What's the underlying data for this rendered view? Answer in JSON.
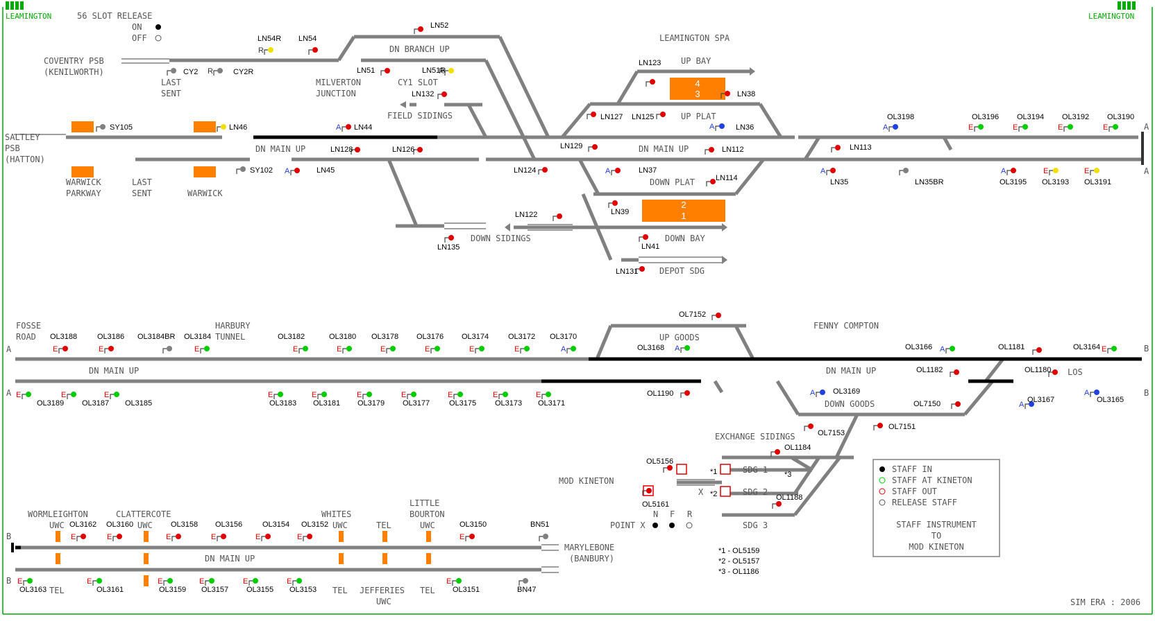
{
  "header": {
    "left_title": "LEAMINGTON",
    "right_title": "LEAMINGTON",
    "slot_release": "56 SLOT RELEASE",
    "on": "ON",
    "off": "OFF",
    "sim_era": "SIM ERA : 2006"
  },
  "places": {
    "coventry_psb": "COVENTRY PSB",
    "kenilworth": "(KENILWORTH)",
    "last_sent_top": "LAST",
    "last_sent_top2": "SENT",
    "milverton": "MILVERTON",
    "junction": "JUNCTION",
    "cy1_slot": "CY1 SLOT",
    "field_sidings": "FIELD SIDINGS",
    "dn_branch_up": "DN BRANCH UP",
    "leamington_spa": "LEAMINGTON SPA",
    "up_bay": "UP BAY",
    "up_plat": "UP PLAT",
    "dn_main_up_1": "DN MAIN UP",
    "dn_main_up_2": "DN MAIN UP",
    "down_plat": "DOWN PLAT",
    "down_sidings": "DOWN SIDINGS",
    "down_bay": "DOWN BAY",
    "depot_sdg": "DEPOT SDG",
    "saltley": "SALTLEY",
    "psb": "PSB",
    "hatton": "(HATTON)",
    "warwick_parkway_1": "WARWICK",
    "warwick_parkway_2": "PARKWAY",
    "last": "LAST",
    "sent": "SENT",
    "warwick": "WARWICK",
    "fosse": "FOSSE",
    "road": "ROAD",
    "harbury": "HARBURY",
    "tunnel": "TUNNEL",
    "dn_main_up_3": "DN MAIN UP",
    "up_goods": "UP GOODS",
    "fenny_compton": "FENNY COMPTON",
    "dn_main_up_4": "DN MAIN UP",
    "down_goods": "DOWN GOODS",
    "los": "LOS",
    "exchange_sidings": "EXCHANGE SIDINGS",
    "mod_kineton": "MOD KINETON",
    "sdg1": "SDG 1",
    "sdg2": "SDG 2",
    "sdg3": "SDG 3",
    "point_x": "POINT X",
    "n": "N",
    "f": "F",
    "r": "R",
    "x": "X",
    "wormleighton": "WORMLEIGHTON",
    "clattercote": "CLATTERCOTE",
    "whites": "WHITES",
    "little": "LITTLE",
    "bourton": "BOURTON",
    "marylebone": "MARYLEBONE",
    "banbury": "(BANBURY)",
    "jefferies": "JEFFERIES",
    "dn_main_up_5": "DN MAIN UP",
    "uwc": "UWC",
    "tel": "TEL"
  },
  "platform_numbers": {
    "p4": "4",
    "p3": "3",
    "p2": "2",
    "p1": "1"
  },
  "footnotes": [
    "*1 - OL5159",
    "*2 - OL5157",
    "*3 - OL1186"
  ],
  "footnote_marks": {
    "m1": "*1",
    "m2": "*2",
    "m3": "*3"
  },
  "ab_labels": {
    "A": "A",
    "B": "B"
  },
  "signal_suffixes": {
    "A": "A",
    "E": "E",
    "R": "R"
  },
  "legend": {
    "staff_in": "STAFF IN",
    "staff_at_kineton": "STAFF AT KINETON",
    "staff_out": "STAFF OUT",
    "release_staff": "RELEASE STAFF",
    "instrument_1": "STAFF INSTRUMENT",
    "instrument_2": "TO",
    "instrument_3": "MOD KINETON"
  },
  "signals": {
    "CY2": "CY2",
    "CY2R": "CY2R",
    "LN54R": "LN54R",
    "LN54": "LN54",
    "LN52": "LN52",
    "LN51": "LN51",
    "LN51R": "LN51R",
    "LN132": "LN132",
    "LN123": "LN123",
    "LN38": "LN38",
    "LN127": "LN127",
    "LN125": "LN125",
    "LN36": "LN36",
    "SY105": "SY105",
    "LN46": "LN46",
    "LN44": "LN44",
    "LN128": "LN128",
    "LN126": "LN126",
    "LN129": "LN129",
    "LN112": "LN112",
    "LN113": "LN113",
    "SY102": "SY102",
    "LN45": "LN45",
    "LN124": "LN124",
    "LN37": "LN37",
    "LN114": "LN114",
    "LN35": "LN35",
    "LN35BR": "LN35BR",
    "LN39": "LN39",
    "LN122": "LN122",
    "LN135": "LN135",
    "LN41": "LN41",
    "LN131": "LN131",
    "OL3198": "OL3198",
    "OL3196": "OL3196",
    "OL3194": "OL3194",
    "OL3192": "OL3192",
    "OL3190": "OL3190",
    "OL3195": "OL3195",
    "OL3193": "OL3193",
    "OL3191": "OL3191",
    "OL3188": "OL3188",
    "OL3186": "OL3186",
    "OL3184BR": "OL3184BR",
    "OL3184": "OL3184",
    "OL3182": "OL3182",
    "OL3180": "OL3180",
    "OL3178": "OL3178",
    "OL3176": "OL3176",
    "OL3174": "OL3174",
    "OL3172": "OL3172",
    "OL3170": "OL3170",
    "OL7152": "OL7152",
    "OL3168": "OL3168",
    "OL3166": "OL3166",
    "OL1181": "OL1181",
    "OL3164": "OL3164",
    "OL1182": "OL1182",
    "OL1180": "OL1180",
    "OL3189": "OL3189",
    "OL3187": "OL3187",
    "OL3185": "OL3185",
    "OL3183": "OL3183",
    "OL3181": "OL3181",
    "OL3179": "OL3179",
    "OL3177": "OL3177",
    "OL3175": "OL3175",
    "OL3173": "OL3173",
    "OL3171": "OL3171",
    "OL1190": "OL1190",
    "OL3169": "OL3169",
    "OL7150": "OL7150",
    "OL3167": "OL3167",
    "OL3165": "OL3165",
    "OL7153": "OL7153",
    "OL7151": "OL7151",
    "OL1184": "OL1184",
    "OL5156": "OL5156",
    "OL5161": "OL5161",
    "OL1188": "OL1188",
    "OL3162": "OL3162",
    "OL3160": "OL3160",
    "OL3158": "OL3158",
    "OL3156": "OL3156",
    "OL3154": "OL3154",
    "OL3152": "OL3152",
    "OL3150": "OL3150",
    "BN51": "BN51",
    "OL3163": "OL3163",
    "OL3161": "OL3161",
    "OL3159": "OL3159",
    "OL3157": "OL3157",
    "OL3155": "OL3155",
    "OL3153": "OL3153",
    "OL3151": "OL3151",
    "BN47": "BN47"
  },
  "colors": {
    "track": "#808080",
    "occupied": "#000000",
    "platform": "#ff8000",
    "border": "#00aa00",
    "signal_red": "#e00000",
    "signal_green": "#00cc00",
    "signal_yellow": "#f0e000",
    "signal_blue": "#2040e0"
  }
}
